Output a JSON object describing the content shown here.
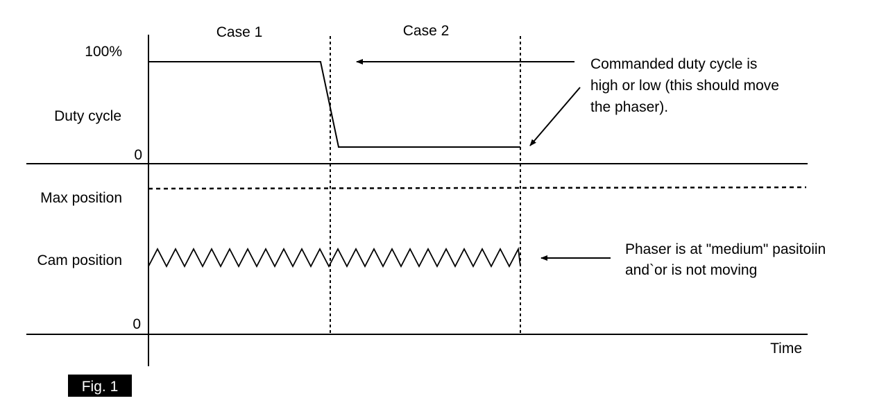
{
  "labels": {
    "case1": "Case 1",
    "case2": "Case 2",
    "pct100": "100%",
    "duty_cycle": "Duty cycle",
    "zero_top": "0",
    "max_position": "Max position",
    "cam_position": "Cam position",
    "zero_bottom": "0",
    "time": "Time",
    "figure": "Fig. 1"
  },
  "annotations": {
    "duty_note": [
      "Commanded duty cycle is",
      "high or low (this should move",
      "the phaser)."
    ],
    "phaser_note": [
      "Phaser is at \"medium\" pasitoiin",
      "and`or is not moving"
    ]
  },
  "colors": {
    "ink": "#000000",
    "background": "#ffffff"
  }
}
